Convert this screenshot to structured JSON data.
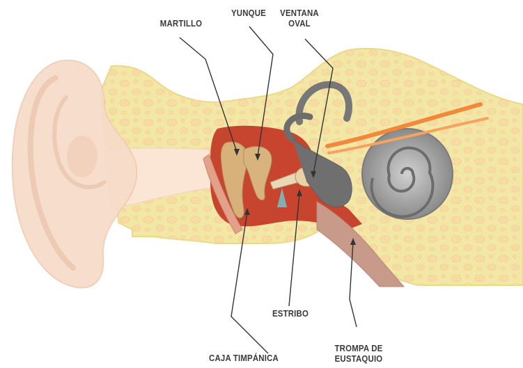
{
  "labels": {
    "martillo": "MARTILLO",
    "yunque": "YUNQUE",
    "ventana_line1": "VENTANA",
    "ventana_line2": "OVAL",
    "estribo": "ESTRIBO",
    "caja": "CAJA TIMPÁNICA",
    "trompa_line1": "TROMPA DE",
    "trompa_line2": "EUSTAQUIO"
  },
  "colors": {
    "bone": "#f3e7a6",
    "bone_edge": "#ead98a",
    "bone_pore": "#f9d9a3",
    "skin": "#f7dcc8",
    "tympanic_cavity": "#c7452f",
    "eustachian_tube": "#c89a8a",
    "ossicle": "#d8b07a",
    "cochlea": "#8f8f8f",
    "nerve": "#f08a3a",
    "leader_line": "#333333"
  }
}
